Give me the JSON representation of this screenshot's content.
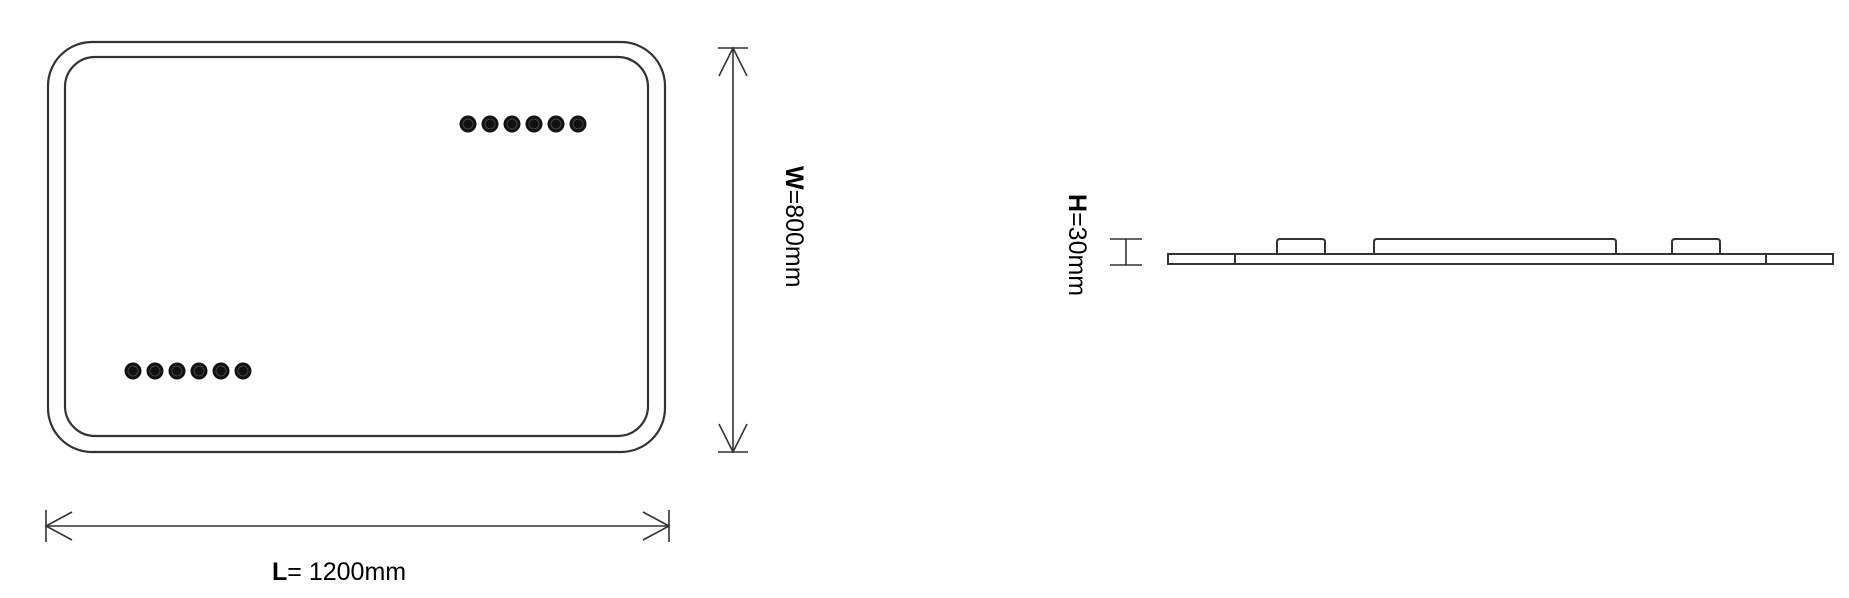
{
  "dimensions": {
    "length": {
      "symbol": "L",
      "separator": "= ",
      "value": "1200mm"
    },
    "width": {
      "symbol": "W",
      "separator": "=",
      "value": "800mm"
    },
    "height": {
      "symbol": "H",
      "separator": "=",
      "value": "30mm"
    }
  },
  "top_view": {
    "led_clusters": [
      {
        "position": "top-right",
        "dot_count": 6
      },
      {
        "position": "bottom-left",
        "dot_count": 6
      }
    ]
  },
  "colors": {
    "line": "#333333",
    "text": "#000000",
    "background": "#ffffff"
  }
}
